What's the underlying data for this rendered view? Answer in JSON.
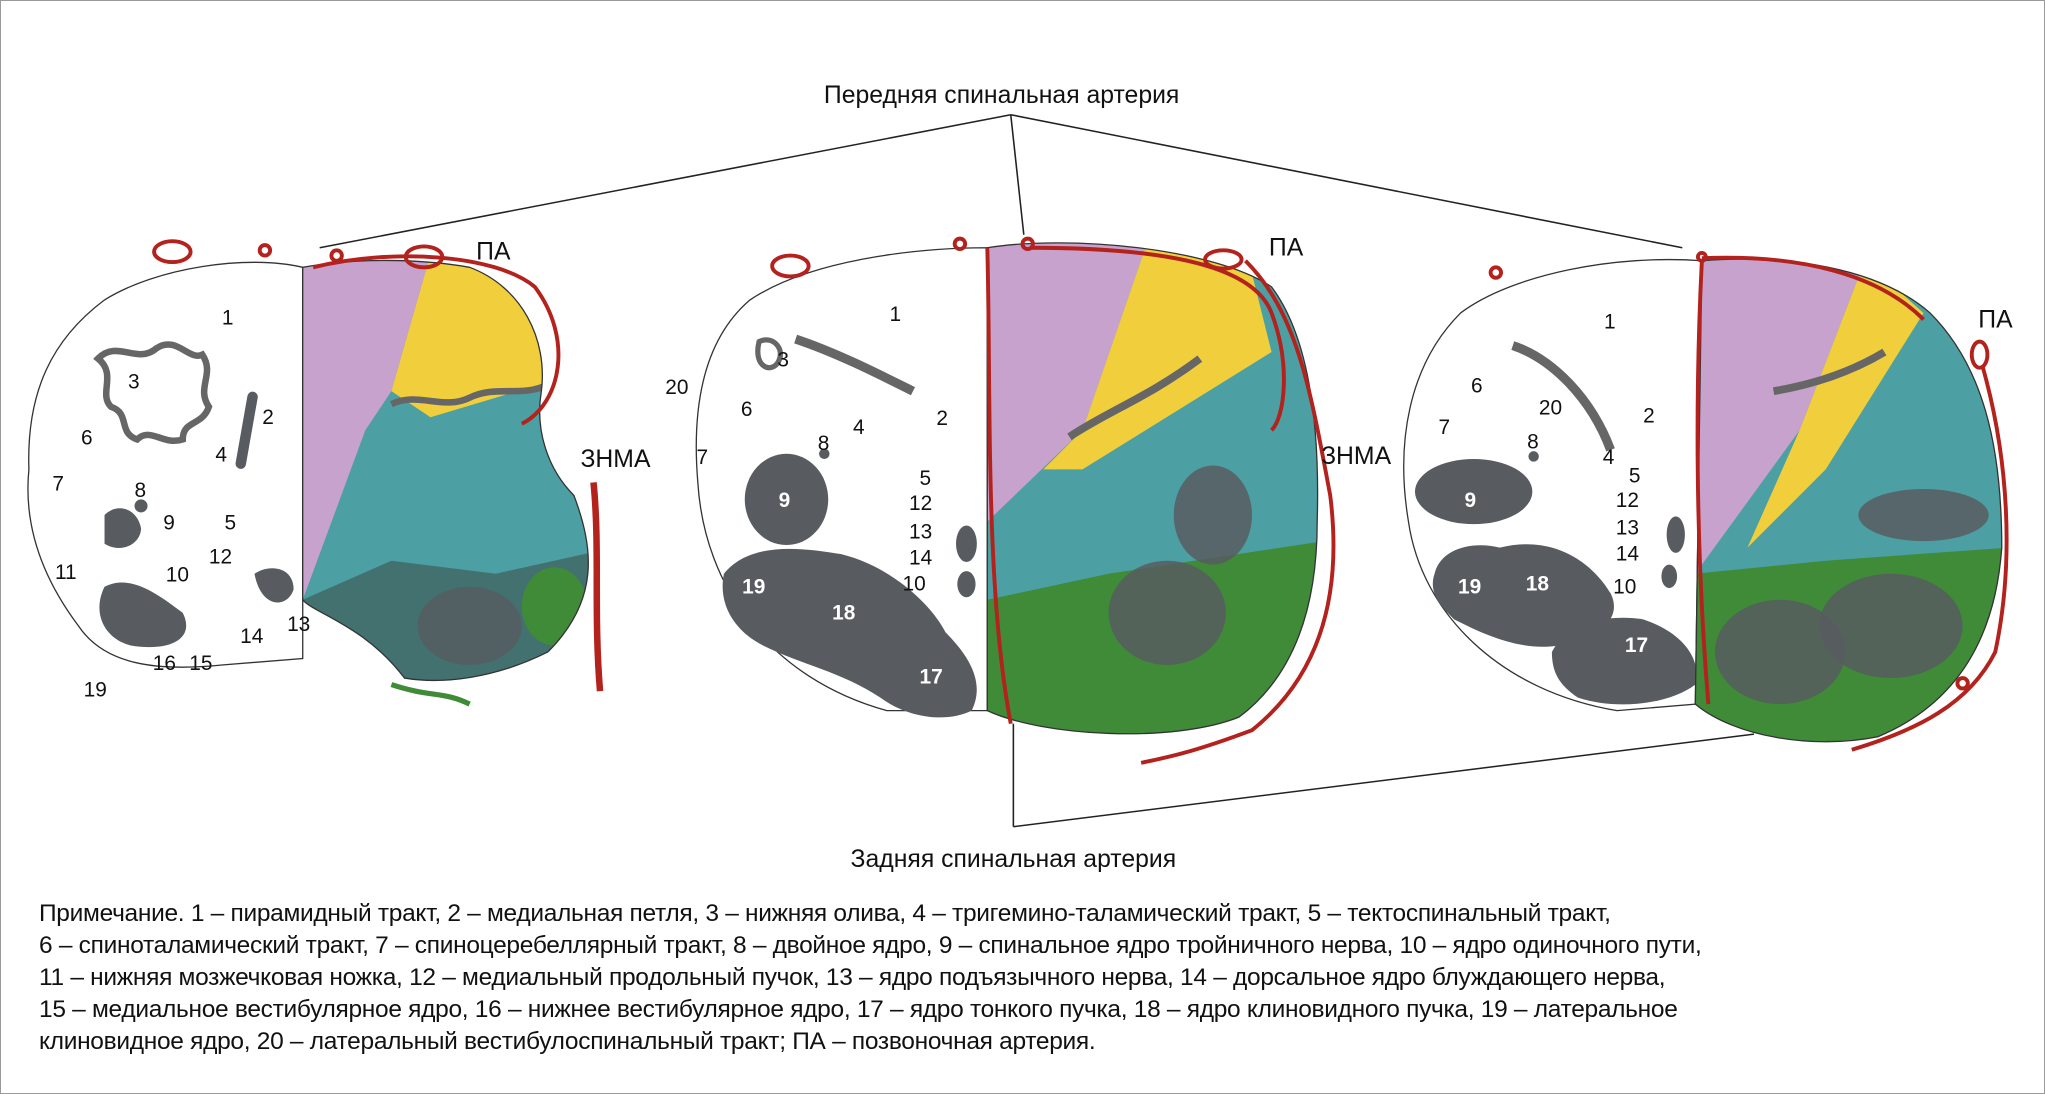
{
  "titles": {
    "anterior_artery": "Передняя спинальная артерия",
    "posterior_artery": "Задняя спинальная артерия"
  },
  "sections": [
    {
      "labels": [
        "1",
        "2",
        "3",
        "4",
        "5",
        "6",
        "7",
        "8",
        "9",
        "10",
        "11",
        "12",
        "13",
        "14",
        "15",
        "16",
        "19"
      ],
      "pa": "ПА",
      "znma": "ЗНМА"
    },
    {
      "labels": [
        "1",
        "2",
        "3",
        "4",
        "5",
        "6",
        "7",
        "8",
        "9",
        "10",
        "12",
        "13",
        "14",
        "17",
        "18",
        "19",
        "20"
      ],
      "pa": "ПА",
      "znma": "ЗНМА"
    },
    {
      "labels": [
        "1",
        "2",
        "4",
        "5",
        "6",
        "7",
        "8",
        "9",
        "10",
        "12",
        "13",
        "14",
        "17",
        "18",
        "19",
        "20"
      ],
      "pa": "ПА"
    }
  ],
  "caption": [
    "Примечание. 1 – пирамидный тракт, 2 – медиальная петля, 3 – нижняя олива, 4 – тригемино-таламический тракт, 5 – тектоспинальный тракт,",
    "6 – спиноталамический тракт, 7 – спиноцеребеллярный тракт, 8 – двойное ядро, 9 – спинальное ядро тройничного нерва, 10 – ядро одиночного пути,",
    "11 – нижняя мозжечковая ножка, 12 – медиальный продольный пучок, 13 – ядро подъязычного нерва, 14 – дорсальное ядро блуждающего нерва,",
    "15 – медиальное вестибулярное ядро, 16 – нижнее вестибулярное ядро, 17 – ядро тонкого пучка, 18 – ядро клиновидного пучка, 19 – латеральное",
    "клиновидное ядро, 20 – латеральный вестибулоспинальный тракт; ПА – позвоночная артерия."
  ],
  "colors": {
    "purple": "#c7a2cc",
    "yellow": "#f1cf3c",
    "teal": "#4c9fa3",
    "green": "#3f8b38",
    "nucleus": "#585c60",
    "artery": "#b3221d"
  }
}
